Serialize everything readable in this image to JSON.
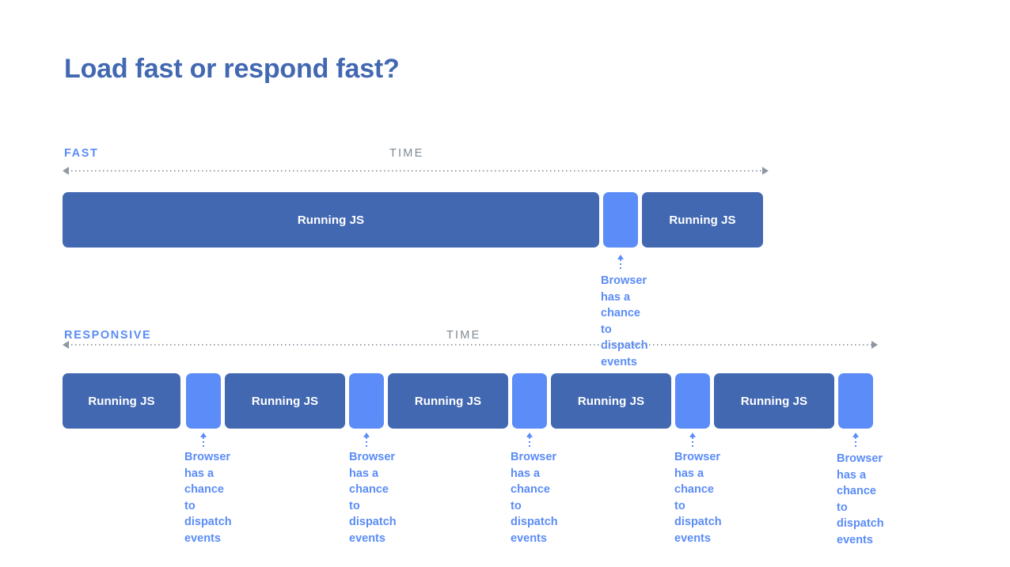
{
  "title": "Load fast or respond fast?",
  "colors": {
    "title": "#4268b2",
    "running_block": "#4268b2",
    "idle_block": "#5b8cf7",
    "accent_text": "#5b8cf7",
    "muted_text": "#7f8993",
    "axis": "#8d96a1",
    "background": "#ffffff"
  },
  "sections": [
    {
      "name": "fast",
      "label": "FAST",
      "time_label": "TIME",
      "blocks": [
        {
          "kind": "running",
          "label": "Running JS"
        },
        {
          "kind": "idle",
          "label": ""
        },
        {
          "kind": "running",
          "label": "Running JS"
        }
      ],
      "callouts": [
        {
          "text": "Browser has a\nchance to\ndispatch events"
        }
      ]
    },
    {
      "name": "responsive",
      "label": "RESPONSIVE",
      "time_label": "TIME",
      "blocks": [
        {
          "kind": "running",
          "label": "Running JS"
        },
        {
          "kind": "idle",
          "label": ""
        },
        {
          "kind": "running",
          "label": "Running JS"
        },
        {
          "kind": "idle",
          "label": ""
        },
        {
          "kind": "running",
          "label": "Running JS"
        },
        {
          "kind": "idle",
          "label": ""
        },
        {
          "kind": "running",
          "label": "Running JS"
        },
        {
          "kind": "idle",
          "label": ""
        },
        {
          "kind": "running",
          "label": "Running JS"
        },
        {
          "kind": "idle",
          "label": ""
        }
      ],
      "callouts": [
        {
          "text": "Browser has a\nchance to\ndispatch events"
        },
        {
          "text": "Browser has a\nchance to\ndispatch events"
        },
        {
          "text": "Browser has a\nchance to\ndispatch events"
        },
        {
          "text": "Browser has a\nchance to\ndispatch events"
        },
        {
          "text": "Browser has a\nchance to\ndispatch events"
        }
      ]
    }
  ]
}
